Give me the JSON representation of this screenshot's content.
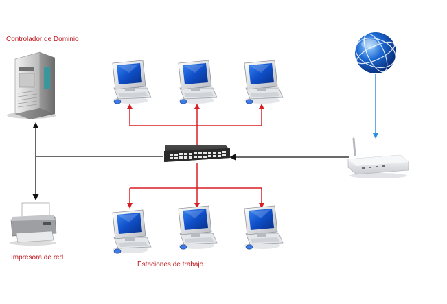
{
  "labels": {
    "domain_controller": "Controlador de Dominio",
    "network_printer": "Impresora de red",
    "workstations": "Estaciones de trabajo"
  },
  "devices": {
    "server": {
      "icon": "server-tower-icon"
    },
    "printer": {
      "icon": "printer-icon"
    },
    "switch": {
      "icon": "network-switch-icon"
    },
    "router": {
      "icon": "wireless-router-icon"
    },
    "internet": {
      "icon": "globe-icon"
    },
    "workstation_count_top": 3,
    "workstation_count_bottom": 3
  },
  "colors": {
    "lan_link": "#d81e25",
    "backbone_link": "#111111",
    "internet_link": "#2f8ee0",
    "label_text": "#c0141a",
    "screen_blue": "#0f4fc8"
  }
}
